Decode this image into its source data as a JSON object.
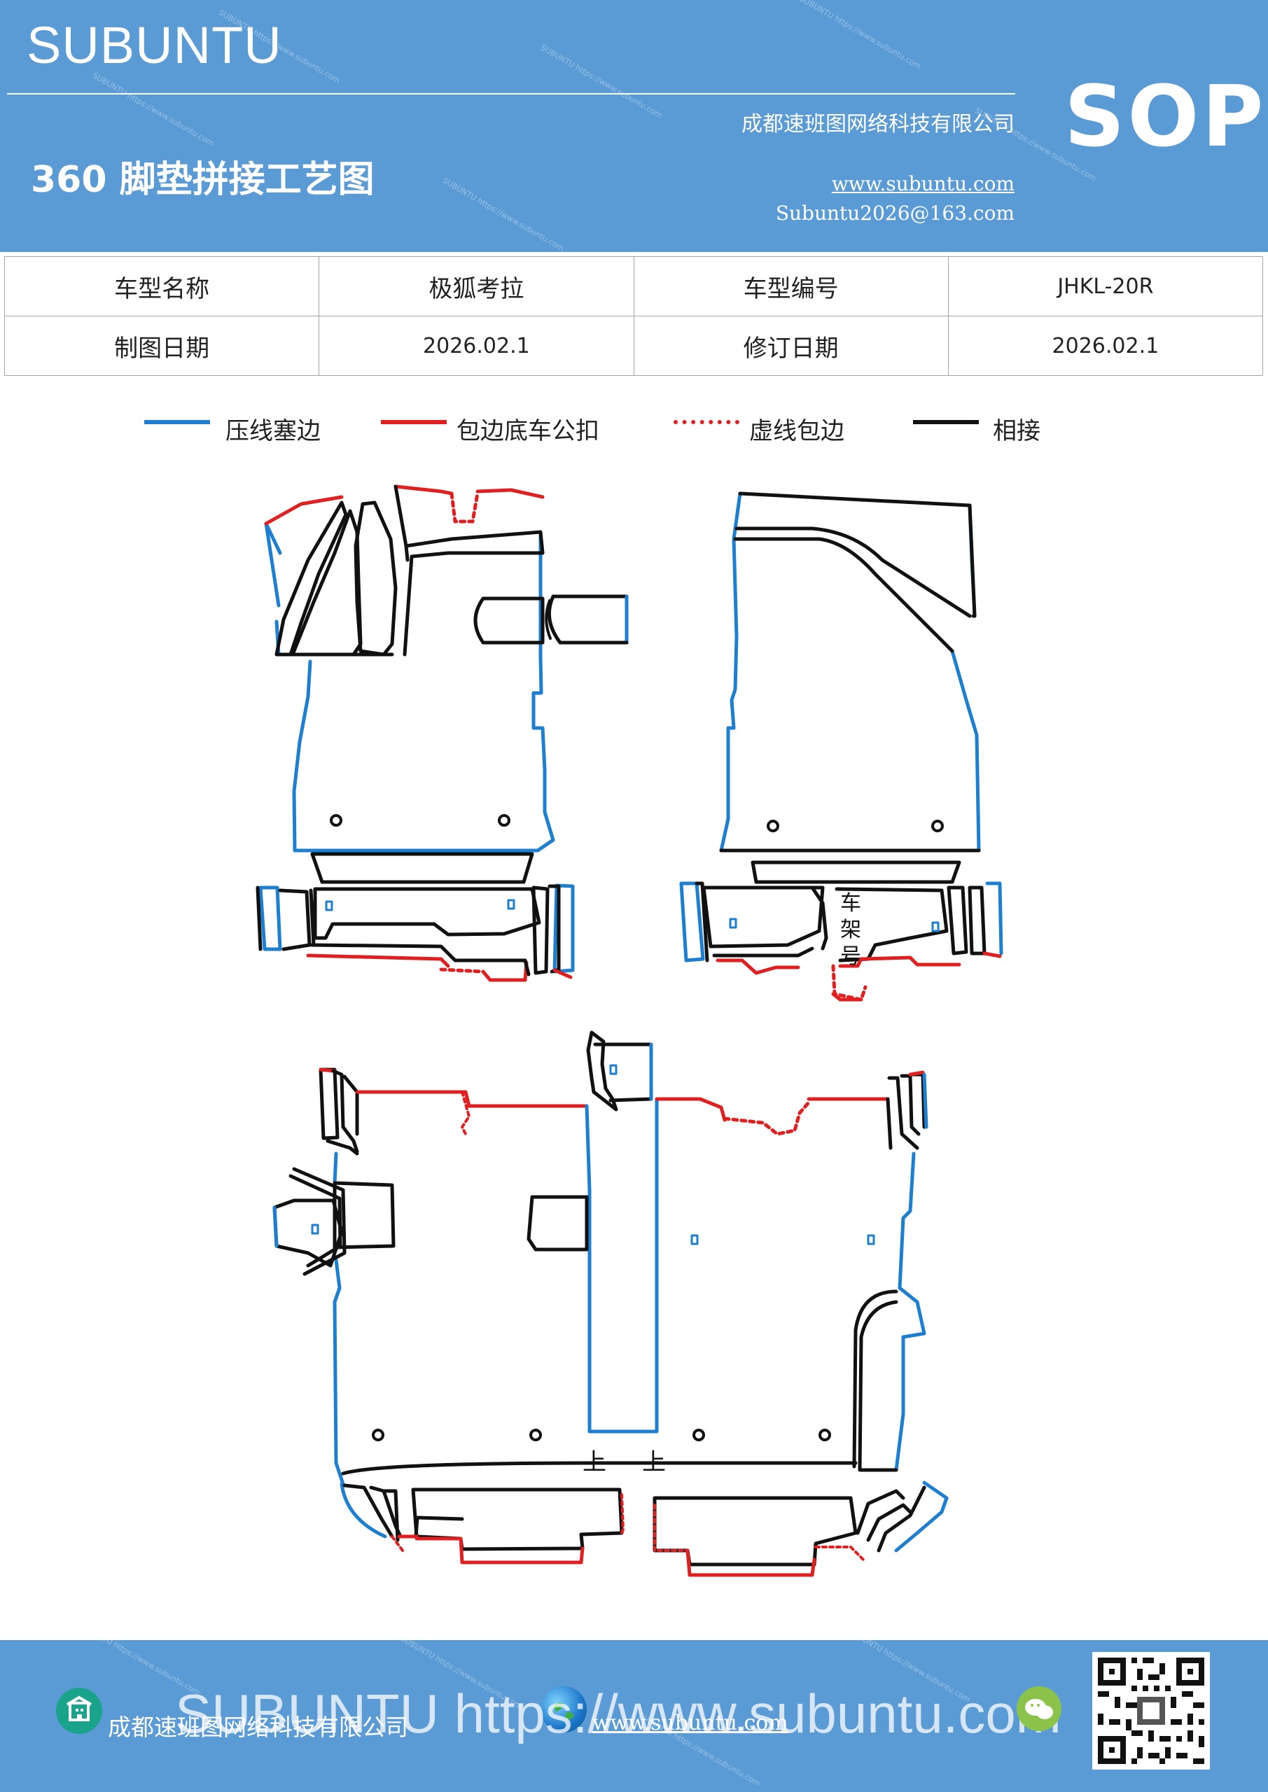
{
  "header": {
    "brand": "SUBUNTU",
    "company": "成都速班图网络科技有限公司",
    "title": "360 脚垫拼接工艺图",
    "website": "www.subuntu.com",
    "email": "Subuntu2026@163.com",
    "badge": "SOP"
  },
  "info_table": {
    "rows": [
      {
        "label1": "车型名称",
        "value1": "极狐考拉",
        "label2": "车型编号",
        "value2": "JHKL-20R"
      },
      {
        "label1": "制图日期",
        "value1": "2026.02.1",
        "label2": "修订日期",
        "value2": "2026.02.1"
      }
    ]
  },
  "legend": {
    "items": [
      {
        "label": "压线塞边",
        "color": "#1e7fd0",
        "style": "solid"
      },
      {
        "label": "包边底车公扣",
        "color": "#e02020",
        "style": "solid"
      },
      {
        "label": "虚线包边",
        "color": "#e02020",
        "style": "dotted"
      },
      {
        "label": "相接",
        "color": "#111111",
        "style": "solid"
      }
    ]
  },
  "diagram": {
    "frame_label": [
      "车",
      "架",
      "号"
    ],
    "marks": [
      "上",
      "上"
    ]
  },
  "footer": {
    "company": "成都速班图网络科技有限公司",
    "website": "www.subuntu.com",
    "watermark": "SUBUNTU https://www.subuntu.com",
    "icons": [
      "building-icon",
      "globe-icon",
      "wechat-icon",
      "qr-code"
    ]
  },
  "colors": {
    "header_bg": "#5b9bd5",
    "blue_line": "#1e7fd0",
    "red_line": "#e02020",
    "black_line": "#111111"
  }
}
